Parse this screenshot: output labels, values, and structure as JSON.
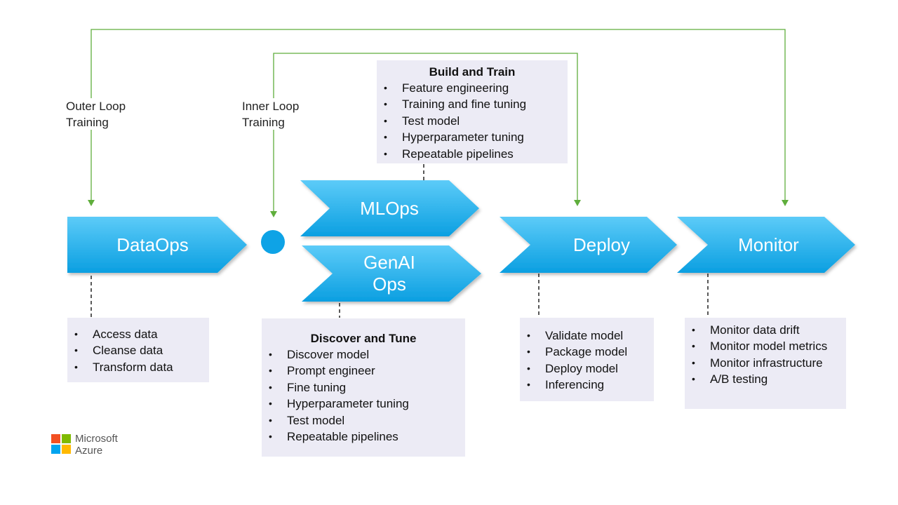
{
  "loops": {
    "outer": "Outer Loop\nTraining",
    "inner": "Inner Loop\nTraining"
  },
  "stages": {
    "dataops": "DataOps",
    "mlops": "MLOps",
    "genaiops": "GenAI\nOps",
    "deploy": "Deploy",
    "monitor": "Monitor"
  },
  "boxes": {
    "build_train": {
      "title": "Build and Train",
      "items": [
        "Feature engineering",
        "Training and fine tuning",
        "Test model",
        " Hyperparameter tuning",
        "Repeatable pipelines"
      ]
    },
    "dataops": {
      "items": [
        "Access data",
        "Cleanse data",
        "Transform data"
      ]
    },
    "discover_tune": {
      "title": "Discover and Tune",
      "items": [
        "Discover model",
        "Prompt engineer",
        "Fine tuning",
        "Hyperparameter tuning",
        "Test model",
        "Repeatable pipelines"
      ]
    },
    "deploy": {
      "items": [
        "Validate model",
        "Package model",
        "Deploy model",
        "Inferencing"
      ]
    },
    "monitor": {
      "items": [
        "Monitor data drift",
        "Monitor model metrics",
        "Monitor infrastructure",
        "A/B testing"
      ]
    }
  },
  "logo": {
    "line1": "Microsoft",
    "line2": "Azure",
    "colors": [
      "#f25022",
      "#7fba00",
      "#00a4ef",
      "#ffb900"
    ]
  },
  "colors": {
    "chevron_top": "#58c8f7",
    "chevron_bottom": "#0a9ee0",
    "loop_line": "#5fae3c",
    "box_bg": "#ecebf5"
  }
}
